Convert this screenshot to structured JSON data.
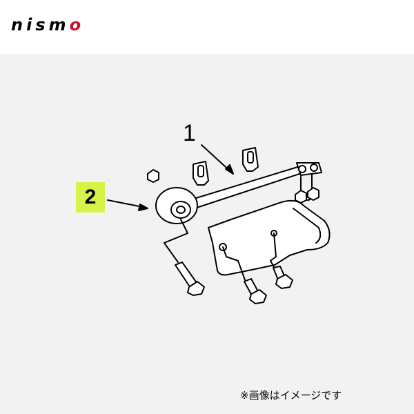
{
  "brand": {
    "logo_text": "nismo"
  },
  "diagram": {
    "callouts": [
      {
        "id": "1",
        "label": "1",
        "highlight": ""
      },
      {
        "id": "2",
        "label": "2",
        "highlight": "#d8f24a"
      }
    ]
  },
  "footer": {
    "note": "※画像はイメージです"
  }
}
